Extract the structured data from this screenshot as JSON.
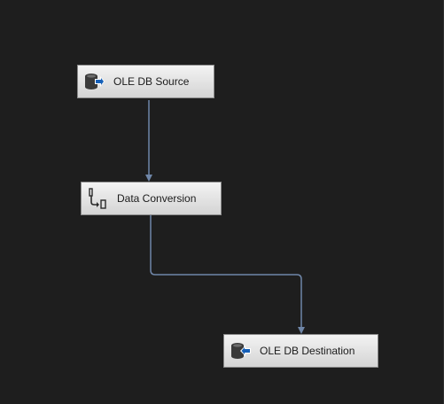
{
  "components": {
    "source": {
      "label": "OLE DB Source",
      "icon": "ole-db-source-icon"
    },
    "conversion": {
      "label": "Data Conversion",
      "icon": "data-conversion-icon"
    },
    "destination": {
      "label": "OLE DB Destination",
      "icon": "ole-db-destination-icon"
    }
  },
  "colors": {
    "canvas": "#1e1e1e",
    "flow_line": "#6f86a8",
    "arrow_blue": "#1660b8"
  }
}
